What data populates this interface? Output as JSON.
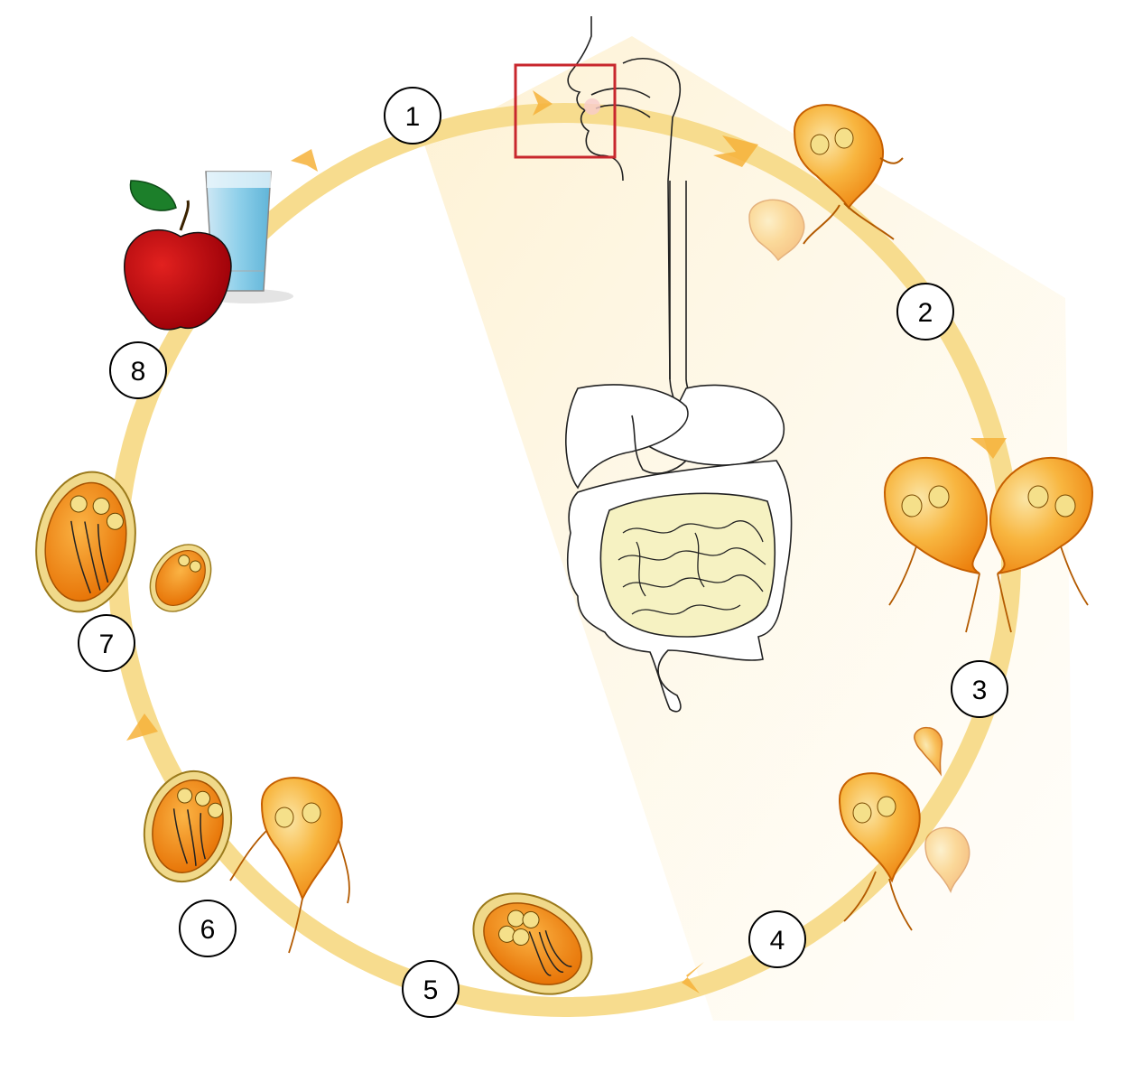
{
  "diagram": {
    "steps": [
      {
        "id": 1,
        "label": "1"
      },
      {
        "id": 2,
        "label": "2"
      },
      {
        "id": 3,
        "label": "3"
      },
      {
        "id": 4,
        "label": "4"
      },
      {
        "id": 5,
        "label": "5"
      },
      {
        "id": 6,
        "label": "6"
      },
      {
        "id": 7,
        "label": "7"
      },
      {
        "id": 8,
        "label": "8"
      }
    ],
    "colors": {
      "cycle_ring": "#f7dc8e",
      "cycle_arrow": "#f5a623",
      "trophozoite_fill": "#f39b1c",
      "trophozoite_light": "#f8e3a2",
      "cyst_shell": "#f0d98a",
      "cyst_core": "#f07d10",
      "highlight_box": "#c8272d",
      "apple_red": "#c4000c",
      "leaf_green": "#1c7f2a",
      "water_blue": "#8fd0ea",
      "intestine_fill": "#f6f2c2",
      "wedge_glow": "#fdf0cf"
    },
    "icons": [
      "apple-icon",
      "water-glass-icon",
      "head-outline",
      "digestive-tract",
      "trophozoite-icon",
      "cyst-icon"
    ]
  }
}
